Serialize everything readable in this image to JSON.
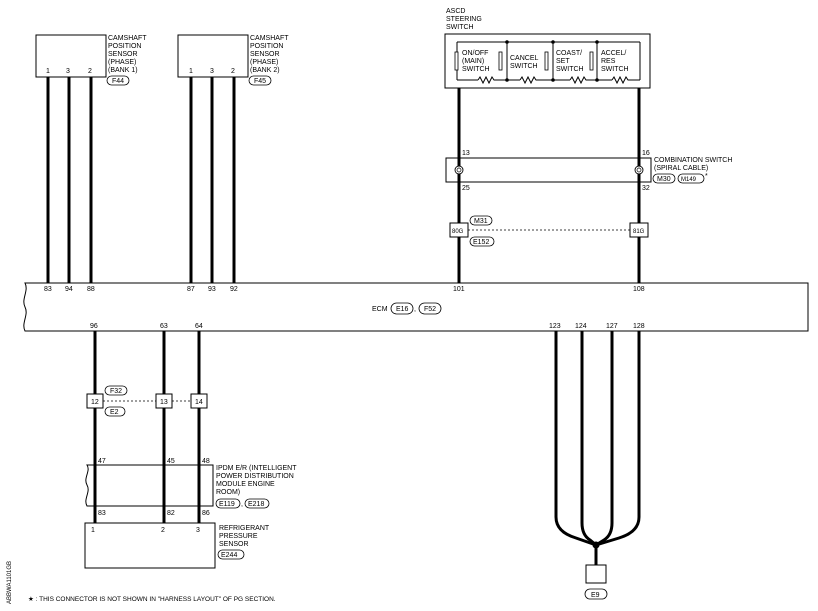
{
  "cmp_bank1": {
    "l1": "CAMSHAFT",
    "l2": "POSITION",
    "l3": "SENSOR",
    "l4": "(PHASE)",
    "l5": "(BANK 1)",
    "conn": "F44",
    "pins": [
      "1",
      "3",
      "2"
    ]
  },
  "cmp_bank2": {
    "l1": "CAMSHAFT",
    "l2": "POSITION",
    "l3": "SENSOR",
    "l4": "(PHASE)",
    "l5": "(BANK 2)",
    "conn": "F45",
    "pins": [
      "1",
      "3",
      "2"
    ]
  },
  "ascd": {
    "t1": "ASCD",
    "t2": "STEERING",
    "t3": "SWITCH",
    "sw1_l1": "ON/OFF",
    "sw1_l2": "(MAIN)",
    "sw1_l3": "SWITCH",
    "sw2_l1": "CANCEL",
    "sw2_l2": "SWITCH",
    "sw3_l1": "COAST/",
    "sw3_l2": "SET",
    "sw3_l3": "SWITCH",
    "sw4_l1": "ACCEL/",
    "sw4_l2": "RES",
    "sw4_l3": "SWITCH"
  },
  "combo": {
    "l1": "COMBINATION SWITCH",
    "l2": "(SPIRAL CABLE)",
    "conn1": "M30",
    "conn2": "M149",
    "star": "*",
    "pin_tl": "13",
    "pin_tr": "16",
    "pin_bl": "25",
    "pin_br": "32"
  },
  "joint_upper": {
    "left": "80G",
    "right": "81G",
    "conn1": "M31",
    "conn2": "E152"
  },
  "ecm": {
    "label": "ECM",
    "conn1": "E16",
    "conn2": "F52",
    "top_pins": [
      "83",
      "94",
      "88",
      "87",
      "93",
      "92",
      "101",
      "108"
    ],
    "bottom_pins": [
      "96",
      "63",
      "64",
      "123",
      "124",
      "127",
      "128"
    ]
  },
  "joint_lower": {
    "pins": [
      "12",
      "13",
      "14"
    ],
    "conn1": "F32",
    "conn2": "E2"
  },
  "ipdm": {
    "l1": "IPDM E/R (INTELLIGENT",
    "l2": "POWER DISTRIBUTION",
    "l3": "MODULE ENGINE",
    "l4": "ROOM)",
    "conn1": "E119",
    "conn2": "E218",
    "top_pins": [
      "47",
      "45",
      "48"
    ],
    "bottom_pins": [
      "83",
      "82",
      "86"
    ]
  },
  "refrig": {
    "l1": "REFRIGERANT",
    "l2": "PRESSURE",
    "l3": "SENSOR",
    "conn": "E244",
    "pins": [
      "1",
      "2",
      "3"
    ]
  },
  "ground": {
    "conn": "E9"
  },
  "footnote": "★ : THIS CONNECTOR IS NOT SHOWN IN \"HARNESS LAYOUT\" OF PG SECTION.",
  "side_code": "ABBWA1101GB"
}
